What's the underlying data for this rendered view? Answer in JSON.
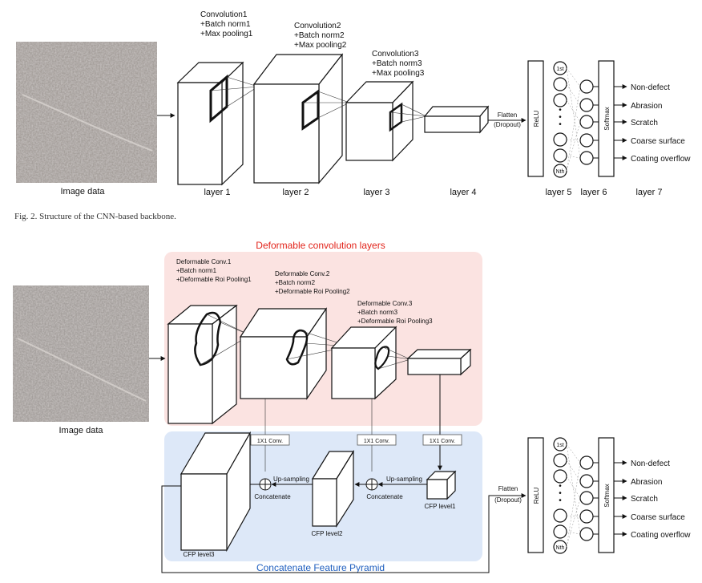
{
  "fig2": {
    "image_label": "Image data",
    "layers": [
      {
        "label": "layer 1",
        "desc": [
          "Convolution1",
          "+Batch norm1",
          "+Max pooling1"
        ]
      },
      {
        "label": "layer 2",
        "desc": [
          "Convolution2",
          "+Batch norm2",
          "+Max pooling2"
        ]
      },
      {
        "label": "layer 3",
        "desc": [
          "Convolution3",
          "+Batch norm3",
          "+Max pooling3"
        ]
      },
      {
        "label": "layer 4"
      },
      {
        "label": "layer 5"
      },
      {
        "label": "layer 6"
      },
      {
        "label": "layer 7"
      }
    ],
    "flatten": "Flatten",
    "dropout": "(Dropout)",
    "relu": "ReLU",
    "softmax": "Softmax",
    "node_first": "1st",
    "node_last": "Nth",
    "dots": "•\n•\n•",
    "outputs": [
      "Non-defect",
      "Abrasion",
      "Scratch",
      "Coarse surface",
      "Coating overflow"
    ],
    "caption": "Fig. 2.   Structure of the CNN-based backbone."
  },
  "fig3": {
    "image_label": "Image data",
    "deform_title": "Deformable convolution layers",
    "cfp_title": "Concatenate Feature Pyramid",
    "blocks": [
      {
        "desc": [
          "Deformable Conv.1",
          "+Batch norm1",
          "+Deformable Roi Pooling1"
        ]
      },
      {
        "desc": [
          "Deformable Conv.2",
          "+Batch norm2",
          "+Deformable Roi Pooling2"
        ]
      },
      {
        "desc": [
          "Deformable Conv.3",
          "+Batch norm3",
          "+Deformable Roi Pooling3"
        ]
      }
    ],
    "conv1x1": "1X1 Conv.",
    "upsampling": "Up-sampling",
    "concatenate": "Concatenate",
    "cfp_levels": [
      "CFP level1",
      "CFP level2",
      "CFP level3"
    ],
    "flatten": "Flatten",
    "dropout": "(Dropout)",
    "relu": "ReLU",
    "softmax": "Softmax",
    "node_first": "1st",
    "node_last": "Nth",
    "outputs": [
      "Non-defect",
      "Abrasion",
      "Scratch",
      "Coarse surface",
      "Coating overflow"
    ]
  }
}
